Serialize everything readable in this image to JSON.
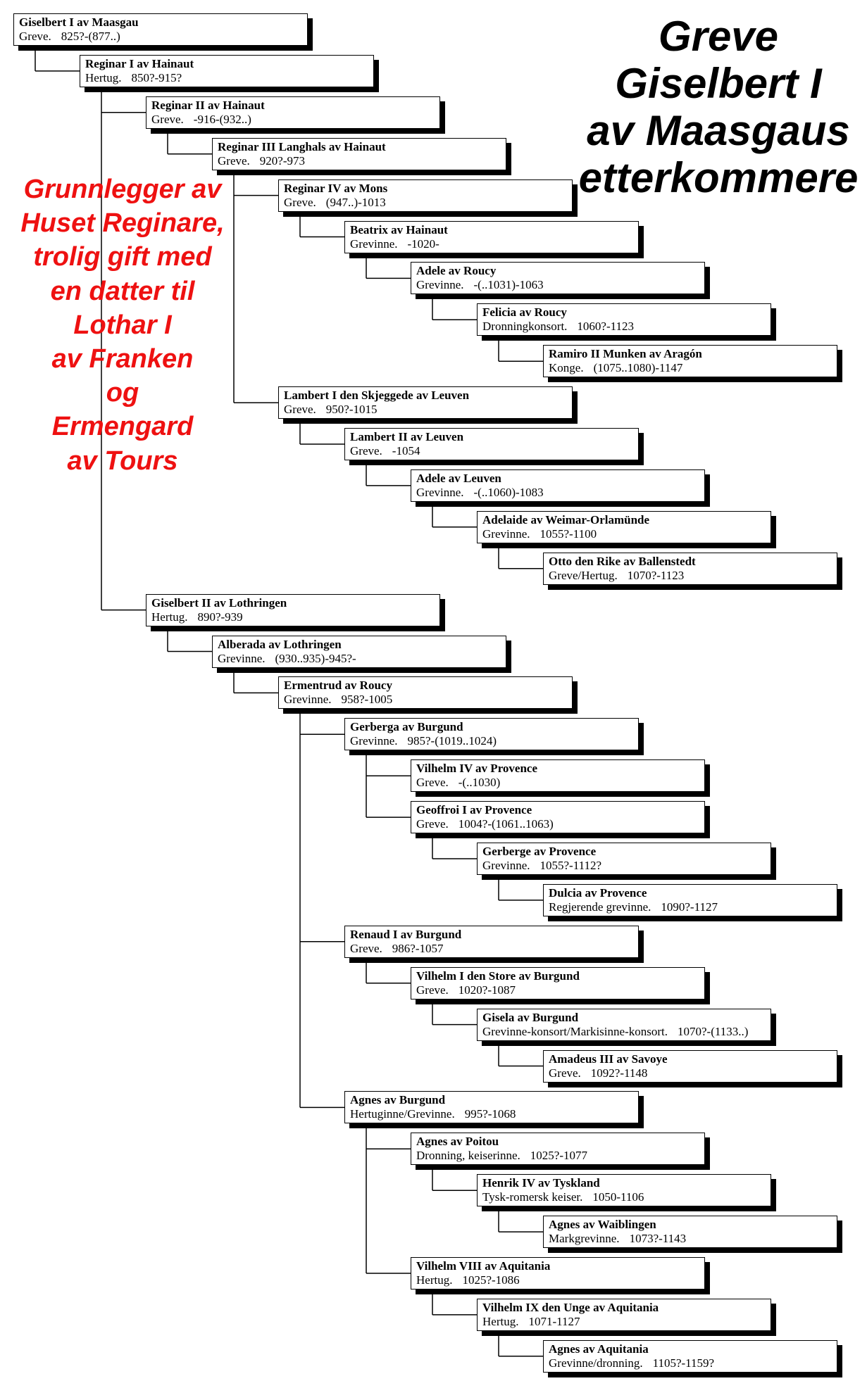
{
  "title_lines": [
    "Greve",
    "Giselbert I",
    "av Maasgaus",
    "etterkommere"
  ],
  "note_lines": [
    "Grunnlegger av",
    "Huset Reginare,",
    "trolig gift med",
    "en datter til",
    "Lothar I",
    "av Franken",
    "og",
    "Ermengard",
    "av Tours"
  ],
  "colors": {
    "note": "#ee1111",
    "box_border": "#000000",
    "box_shadow": "#000000",
    "line": "#000000"
  },
  "people": [
    {
      "id": "giselbert1",
      "name": "Giselbert I av Maasgau",
      "title": "Greve.",
      "dates": "825?-(877..)",
      "level": 0,
      "parent": null
    },
    {
      "id": "reginar1",
      "name": "Reginar I av Hainaut",
      "title": "Hertug.",
      "dates": "850?-915?",
      "level": 1,
      "parent": "giselbert1"
    },
    {
      "id": "reginar2",
      "name": "Reginar II av Hainaut",
      "title": "Greve.",
      "dates": "-916-(932..)",
      "level": 2,
      "parent": "reginar1"
    },
    {
      "id": "reginar3",
      "name": "Reginar III Langhals av Hainaut",
      "title": "Greve.",
      "dates": "920?-973",
      "level": 3,
      "parent": "reginar2"
    },
    {
      "id": "reginar4",
      "name": "Reginar IV av Mons",
      "title": "Greve.",
      "dates": "(947..)-1013",
      "level": 4,
      "parent": "reginar3"
    },
    {
      "id": "beatrix",
      "name": "Beatrix av Hainaut",
      "title": "Grevinne.",
      "dates": "-1020-",
      "level": 5,
      "parent": "reginar4"
    },
    {
      "id": "adele_roucy",
      "name": "Adele av Roucy",
      "title": "Grevinne.",
      "dates": "-(..1031)-1063",
      "level": 6,
      "parent": "beatrix"
    },
    {
      "id": "felicia",
      "name": "Felicia av Roucy",
      "title": "Dronningkonsort.",
      "dates": "1060?-1123",
      "level": 7,
      "parent": "adele_roucy"
    },
    {
      "id": "ramiro",
      "name": "Ramiro II Munken av Aragón",
      "title": "Konge.",
      "dates": "(1075..1080)-1147",
      "level": 8,
      "parent": "felicia"
    },
    {
      "id": "lambert1",
      "name": "Lambert I den Skjeggede av Leuven",
      "title": "Greve.",
      "dates": "950?-1015",
      "level": 4,
      "parent": "reginar3"
    },
    {
      "id": "lambert2",
      "name": "Lambert II av Leuven",
      "title": "Greve.",
      "dates": "-1054",
      "level": 5,
      "parent": "lambert1"
    },
    {
      "id": "adele_leuven",
      "name": "Adele av Leuven",
      "title": "Grevinne.",
      "dates": "-(..1060)-1083",
      "level": 6,
      "parent": "lambert2"
    },
    {
      "id": "adelaide",
      "name": "Adelaide av Weimar-Orlamünde",
      "title": "Grevinne.",
      "dates": "1055?-1100",
      "level": 7,
      "parent": "adele_leuven"
    },
    {
      "id": "otto",
      "name": "Otto den Rike av Ballenstedt",
      "title": "Greve/Hertug.",
      "dates": "1070?-1123",
      "level": 8,
      "parent": "adelaide"
    },
    {
      "id": "giselbert2",
      "name": "Giselbert II av Lothringen",
      "title": "Hertug.",
      "dates": "890?-939",
      "level": 2,
      "parent": "reginar1"
    },
    {
      "id": "alberada",
      "name": "Alberada av Lothringen",
      "title": "Grevinne.",
      "dates": "(930..935)-945?-",
      "level": 3,
      "parent": "giselbert2"
    },
    {
      "id": "ermentrud",
      "name": "Ermentrud av Roucy",
      "title": "Grevinne.",
      "dates": "958?-1005",
      "level": 4,
      "parent": "alberada"
    },
    {
      "id": "gerberga",
      "name": "Gerberga av Burgund",
      "title": "Grevinne.",
      "dates": "985?-(1019..1024)",
      "level": 5,
      "parent": "ermentrud"
    },
    {
      "id": "vilhelm4",
      "name": "Vilhelm IV av Provence",
      "title": "Greve.",
      "dates": "-(..1030)",
      "level": 6,
      "parent": "gerberga"
    },
    {
      "id": "geoffroi",
      "name": "Geoffroi I av Provence",
      "title": "Greve.",
      "dates": "1004?-(1061..1063)",
      "level": 6,
      "parent": "gerberga"
    },
    {
      "id": "gerberge",
      "name": "Gerberge av Provence",
      "title": "Grevinne.",
      "dates": "1055?-1112?",
      "level": 7,
      "parent": "geoffroi"
    },
    {
      "id": "dulcia",
      "name": "Dulcia av Provence",
      "title": "Regjerende grevinne.",
      "dates": "1090?-1127",
      "level": 8,
      "parent": "gerberge"
    },
    {
      "id": "renaud",
      "name": "Renaud I av Burgund",
      "title": "Greve.",
      "dates": "986?-1057",
      "level": 5,
      "parent": "ermentrud"
    },
    {
      "id": "vilhelm1",
      "name": "Vilhelm I den Store av Burgund",
      "title": "Greve.",
      "dates": "1020?-1087",
      "level": 6,
      "parent": "renaud"
    },
    {
      "id": "gisela",
      "name": "Gisela av Burgund",
      "title": "Grevinne-konsort/Markisinne-konsort.",
      "dates": "1070?-(1133..)",
      "level": 7,
      "parent": "vilhelm1"
    },
    {
      "id": "amadeus",
      "name": "Amadeus III av Savoye",
      "title": "Greve.",
      "dates": "1092?-1148",
      "level": 8,
      "parent": "gisela"
    },
    {
      "id": "agnes_burgund",
      "name": "Agnes av Burgund",
      "title": "Hertuginne/Grevinne.",
      "dates": "995?-1068",
      "level": 5,
      "parent": "ermentrud"
    },
    {
      "id": "agnes_poitou",
      "name": "Agnes av Poitou",
      "title": "Dronning, keiserinne.",
      "dates": "1025?-1077",
      "level": 6,
      "parent": "agnes_burgund"
    },
    {
      "id": "henrik4",
      "name": "Henrik IV av Tyskland",
      "title": "Tysk-romersk keiser.",
      "dates": "1050-1106",
      "level": 7,
      "parent": "agnes_poitou"
    },
    {
      "id": "agnes_waiblingen",
      "name": "Agnes av Waiblingen",
      "title": "Markgrevinne.",
      "dates": "1073?-1143",
      "level": 8,
      "parent": "henrik4"
    },
    {
      "id": "vilhelm8",
      "name": "Vilhelm VIII av Aquitania",
      "title": "Hertug.",
      "dates": "1025?-1086",
      "level": 6,
      "parent": "agnes_burgund"
    },
    {
      "id": "vilhelm9",
      "name": "Vilhelm IX den Unge av Aquitania",
      "title": "Hertug.",
      "dates": "1071-1127",
      "level": 7,
      "parent": "vilhelm8"
    },
    {
      "id": "agnes_aquitania",
      "name": "Agnes av Aquitania",
      "title": "Grevinne/dronning.",
      "dates": "1105?-1159?",
      "level": 8,
      "parent": "vilhelm9"
    }
  ]
}
